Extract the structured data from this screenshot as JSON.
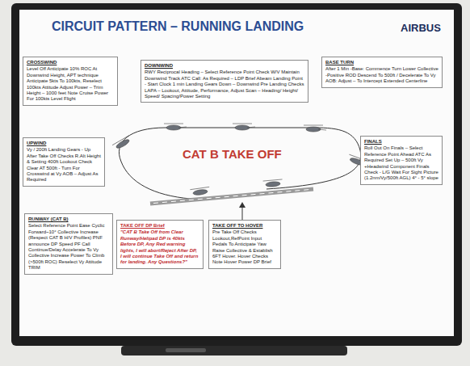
{
  "diagram": {
    "title": "CIRCUIT PATTERN – RUNNING LANDING",
    "nodes": [
      {
        "text": [
          "CROSSWIND",
          "Level Off Anticipate 10% ROC At Downwind Height, APT technique Anticipate 5kts To 100kts, Reselect 100kts Attitude Adjust Power – Trim Height – 1000 feet Note Cruise Power For 100kts Level Flight"
        ]
      },
      {
        "text": [
          "DOWNWIND",
          "RWY Reciprocal Heading – Select Reference Point Check W/V Maintain Downwind Track ATC Call: As Required – LDP Brief Abeam Landing Point - Start Clock 1 min Landing Gears Down – Downwind Pre Landing Checks LAPA – Lookout, Attitude, Performance, Adjust Scan – Heading/ Height/ Speed/ Spacing/Power Setting"
        ]
      },
      {
        "text": [
          "BASE TURN",
          "After 1 Min -Base: Commence Turn Lower Collective -Positive ROD Descend To 500ft / Decelerate To Vy AOB: Adjust – To Intercept Extended Centerline"
        ]
      },
      {
        "text": [
          "UPWIND",
          "Vy / 200ft Landing Gears - Up After Take Off Checks R.Alt Height & Setting 400ft Lookout Check Clear AT 500ft - Turn For Crosswind at Vy AOB – Adjust As Required"
        ]
      },
      {
        "text": [
          "FINALS",
          "Roll Out On Finals – Select Reference Point Ahead ATC As Required Set Up – 500ft Vy +Headwind Component Finals Check - L/G Wait For Sight Picture (1.2nm/Vy/500ft AGL) 4° - 5° slope"
        ]
      },
      {
        "text": [
          "RUNWAY (CAT B)",
          "Select Reference Point Ease Cyclic Forward~10° Collective Increase (Respect CAT B H/V Profiles) PNF announce DP Speed PF Call Continue/Delay Accelerate To Vy Collective Increase Power To Climb (>500ft ROC) Reselect Vy Attitude TRIM"
        ]
      },
      {
        "text": [
          "TAKE OFF DP Brief",
          "\"CAT B Take Off from Clear Runway/Helipad DP is 40kts Before DP, Any Red warning lights, I will abort/Reject After DP, I will continue Take Off and return for landing. Any Questions?\""
        ]
      },
      {
        "text": [
          "TAKE OFF TO HOVER",
          "Pre Take Off Checks Lookout,RefPoint Input Pedals To Anticipate Yaw Raise Collective & Establish 6FT Hover. Hover Checks Note Hover Power DP Brief"
        ]
      }
    ],
    "labels": [
      "AIRBUS",
      "CAT B TAKE OFF"
    ]
  }
}
